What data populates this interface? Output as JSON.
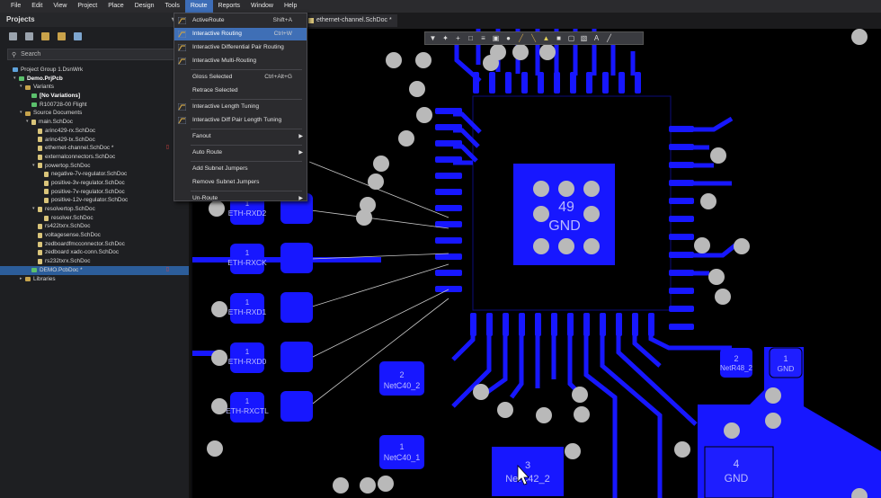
{
  "menubar": [
    "File",
    "Edit",
    "View",
    "Project",
    "Place",
    "Design",
    "Tools",
    "Route",
    "Reports",
    "Window",
    "Help"
  ],
  "menubar_active": "Route",
  "panel": {
    "title": "Projects",
    "search_placeholder": "Search",
    "tree": [
      {
        "label": "Project Group 1.DsnWrk",
        "indent": 0,
        "icon": "prj",
        "arrow": ""
      },
      {
        "label": "Demo.PrjPcb",
        "indent": 1,
        "icon": "grn",
        "arrow": "▾",
        "bold": true
      },
      {
        "label": "Variants",
        "indent": 2,
        "icon": "fld",
        "arrow": "▾"
      },
      {
        "label": "[No Variations]",
        "indent": 3,
        "icon": "grn",
        "arrow": "",
        "bold": true
      },
      {
        "label": "R100728-00 Flight",
        "indent": 3,
        "icon": "grn",
        "arrow": ""
      },
      {
        "label": "Source Documents",
        "indent": 2,
        "icon": "fld",
        "arrow": "▾"
      },
      {
        "label": "main.SchDoc",
        "indent": 3,
        "icon": "doc",
        "arrow": "▾"
      },
      {
        "label": "arinc429-rx.SchDoc",
        "indent": 4,
        "icon": "doc",
        "arrow": ""
      },
      {
        "label": "arinc429-tx.SchDoc",
        "indent": 4,
        "icon": "doc",
        "arrow": ""
      },
      {
        "label": "ethernet-channel.SchDoc *",
        "indent": 4,
        "icon": "doc",
        "arrow": "",
        "mark": true
      },
      {
        "label": "externalconnectors.SchDoc",
        "indent": 4,
        "icon": "doc",
        "arrow": ""
      },
      {
        "label": "powertop.SchDoc",
        "indent": 4,
        "icon": "doc",
        "arrow": "▾"
      },
      {
        "label": "negative-7v-regulator.SchDoc",
        "indent": 5,
        "icon": "doc",
        "arrow": ""
      },
      {
        "label": "positive-3v-regulator.SchDoc",
        "indent": 5,
        "icon": "doc",
        "arrow": ""
      },
      {
        "label": "positive-7v-regulator.SchDoc",
        "indent": 5,
        "icon": "doc",
        "arrow": ""
      },
      {
        "label": "positive-12v-regulator.SchDoc",
        "indent": 5,
        "icon": "doc",
        "arrow": ""
      },
      {
        "label": "resolvertop.SchDoc",
        "indent": 4,
        "icon": "doc",
        "arrow": "▾"
      },
      {
        "label": "resolver.SchDoc",
        "indent": 5,
        "icon": "doc",
        "arrow": ""
      },
      {
        "label": "rs422txrx.SchDoc",
        "indent": 4,
        "icon": "doc",
        "arrow": ""
      },
      {
        "label": "voltagesense.SchDoc",
        "indent": 4,
        "icon": "doc",
        "arrow": ""
      },
      {
        "label": "zedboardfmcconnector.SchDoc",
        "indent": 4,
        "icon": "doc",
        "arrow": ""
      },
      {
        "label": "zedboard xadc-conn.SchDoc",
        "indent": 4,
        "icon": "doc",
        "arrow": ""
      },
      {
        "label": "rs232txrx.SchDoc",
        "indent": 4,
        "icon": "doc",
        "arrow": ""
      },
      {
        "label": "DEMO.PcbDoc *",
        "indent": 3,
        "icon": "grn",
        "arrow": "",
        "sel": true,
        "mark": true
      },
      {
        "label": "Libraries",
        "indent": 2,
        "icon": "fld",
        "arrow": "▸"
      }
    ]
  },
  "tab": {
    "label": "ethernet-channel.SchDoc *"
  },
  "route_menu": [
    {
      "label": "ActiveRoute",
      "shortcut": "Shift+A",
      "sub": false,
      "icon": true
    },
    {
      "label": "Interactive Routing",
      "shortcut": "Ctrl+W",
      "sub": false,
      "icon": true,
      "hl": true
    },
    {
      "label": "Interactive Differential Pair Routing",
      "shortcut": "",
      "sub": false,
      "icon": true
    },
    {
      "label": "Interactive Multi-Routing",
      "shortcut": "",
      "sub": false,
      "icon": true
    },
    {
      "sep": true
    },
    {
      "label": "Gloss Selected",
      "shortcut": "Ctrl+Alt+G",
      "sub": false
    },
    {
      "label": "Retrace Selected",
      "shortcut": "",
      "sub": false
    },
    {
      "sep": true
    },
    {
      "label": "Interactive Length Tuning",
      "shortcut": "",
      "sub": false,
      "icon": true
    },
    {
      "label": "Interactive Diff Pair Length Tuning",
      "shortcut": "",
      "sub": false,
      "icon": true
    },
    {
      "sep": true
    },
    {
      "label": "Fanout",
      "shortcut": "",
      "sub": true
    },
    {
      "sep": true
    },
    {
      "label": "Auto Route",
      "shortcut": "",
      "sub": true
    },
    {
      "sep": true
    },
    {
      "label": "Add Subnet Jumpers",
      "shortcut": "",
      "sub": false
    },
    {
      "label": "Remove Subnet Jumpers",
      "shortcut": "",
      "sub": false
    },
    {
      "sep": true
    },
    {
      "label": "Un-Route",
      "shortcut": "",
      "sub": true
    }
  ],
  "pcb": {
    "center_pad": {
      "number": "49",
      "net": "GND"
    },
    "left_pads": [
      {
        "number": "1",
        "net": "ETH-RXD2"
      },
      {
        "number": "1",
        "net": "ETH-RXCK"
      },
      {
        "number": "1",
        "net": "ETH-RXD1"
      },
      {
        "number": "1",
        "net": "ETH-RXD0"
      },
      {
        "number": "1",
        "net": "ETH-RXCTL"
      }
    ],
    "pad_netc40_2": {
      "number": "2",
      "net": "NetC40_2"
    },
    "pad_netc40_1": {
      "number": "1",
      "net": "NetC40_1"
    },
    "pad_netc42_2": {
      "number": "3",
      "net": "NetC42_2"
    },
    "pad_netr48_2": {
      "number": "2",
      "net": "NetR48_2"
    },
    "pad_gnd_1": {
      "number": "1",
      "net": "GND"
    },
    "pad_gnd_4": {
      "number": "4",
      "net": "GND"
    }
  },
  "colors": {
    "copper": "#1717ff",
    "via": "#b9b9b9",
    "menu_highlight": "#3f6fb6"
  }
}
